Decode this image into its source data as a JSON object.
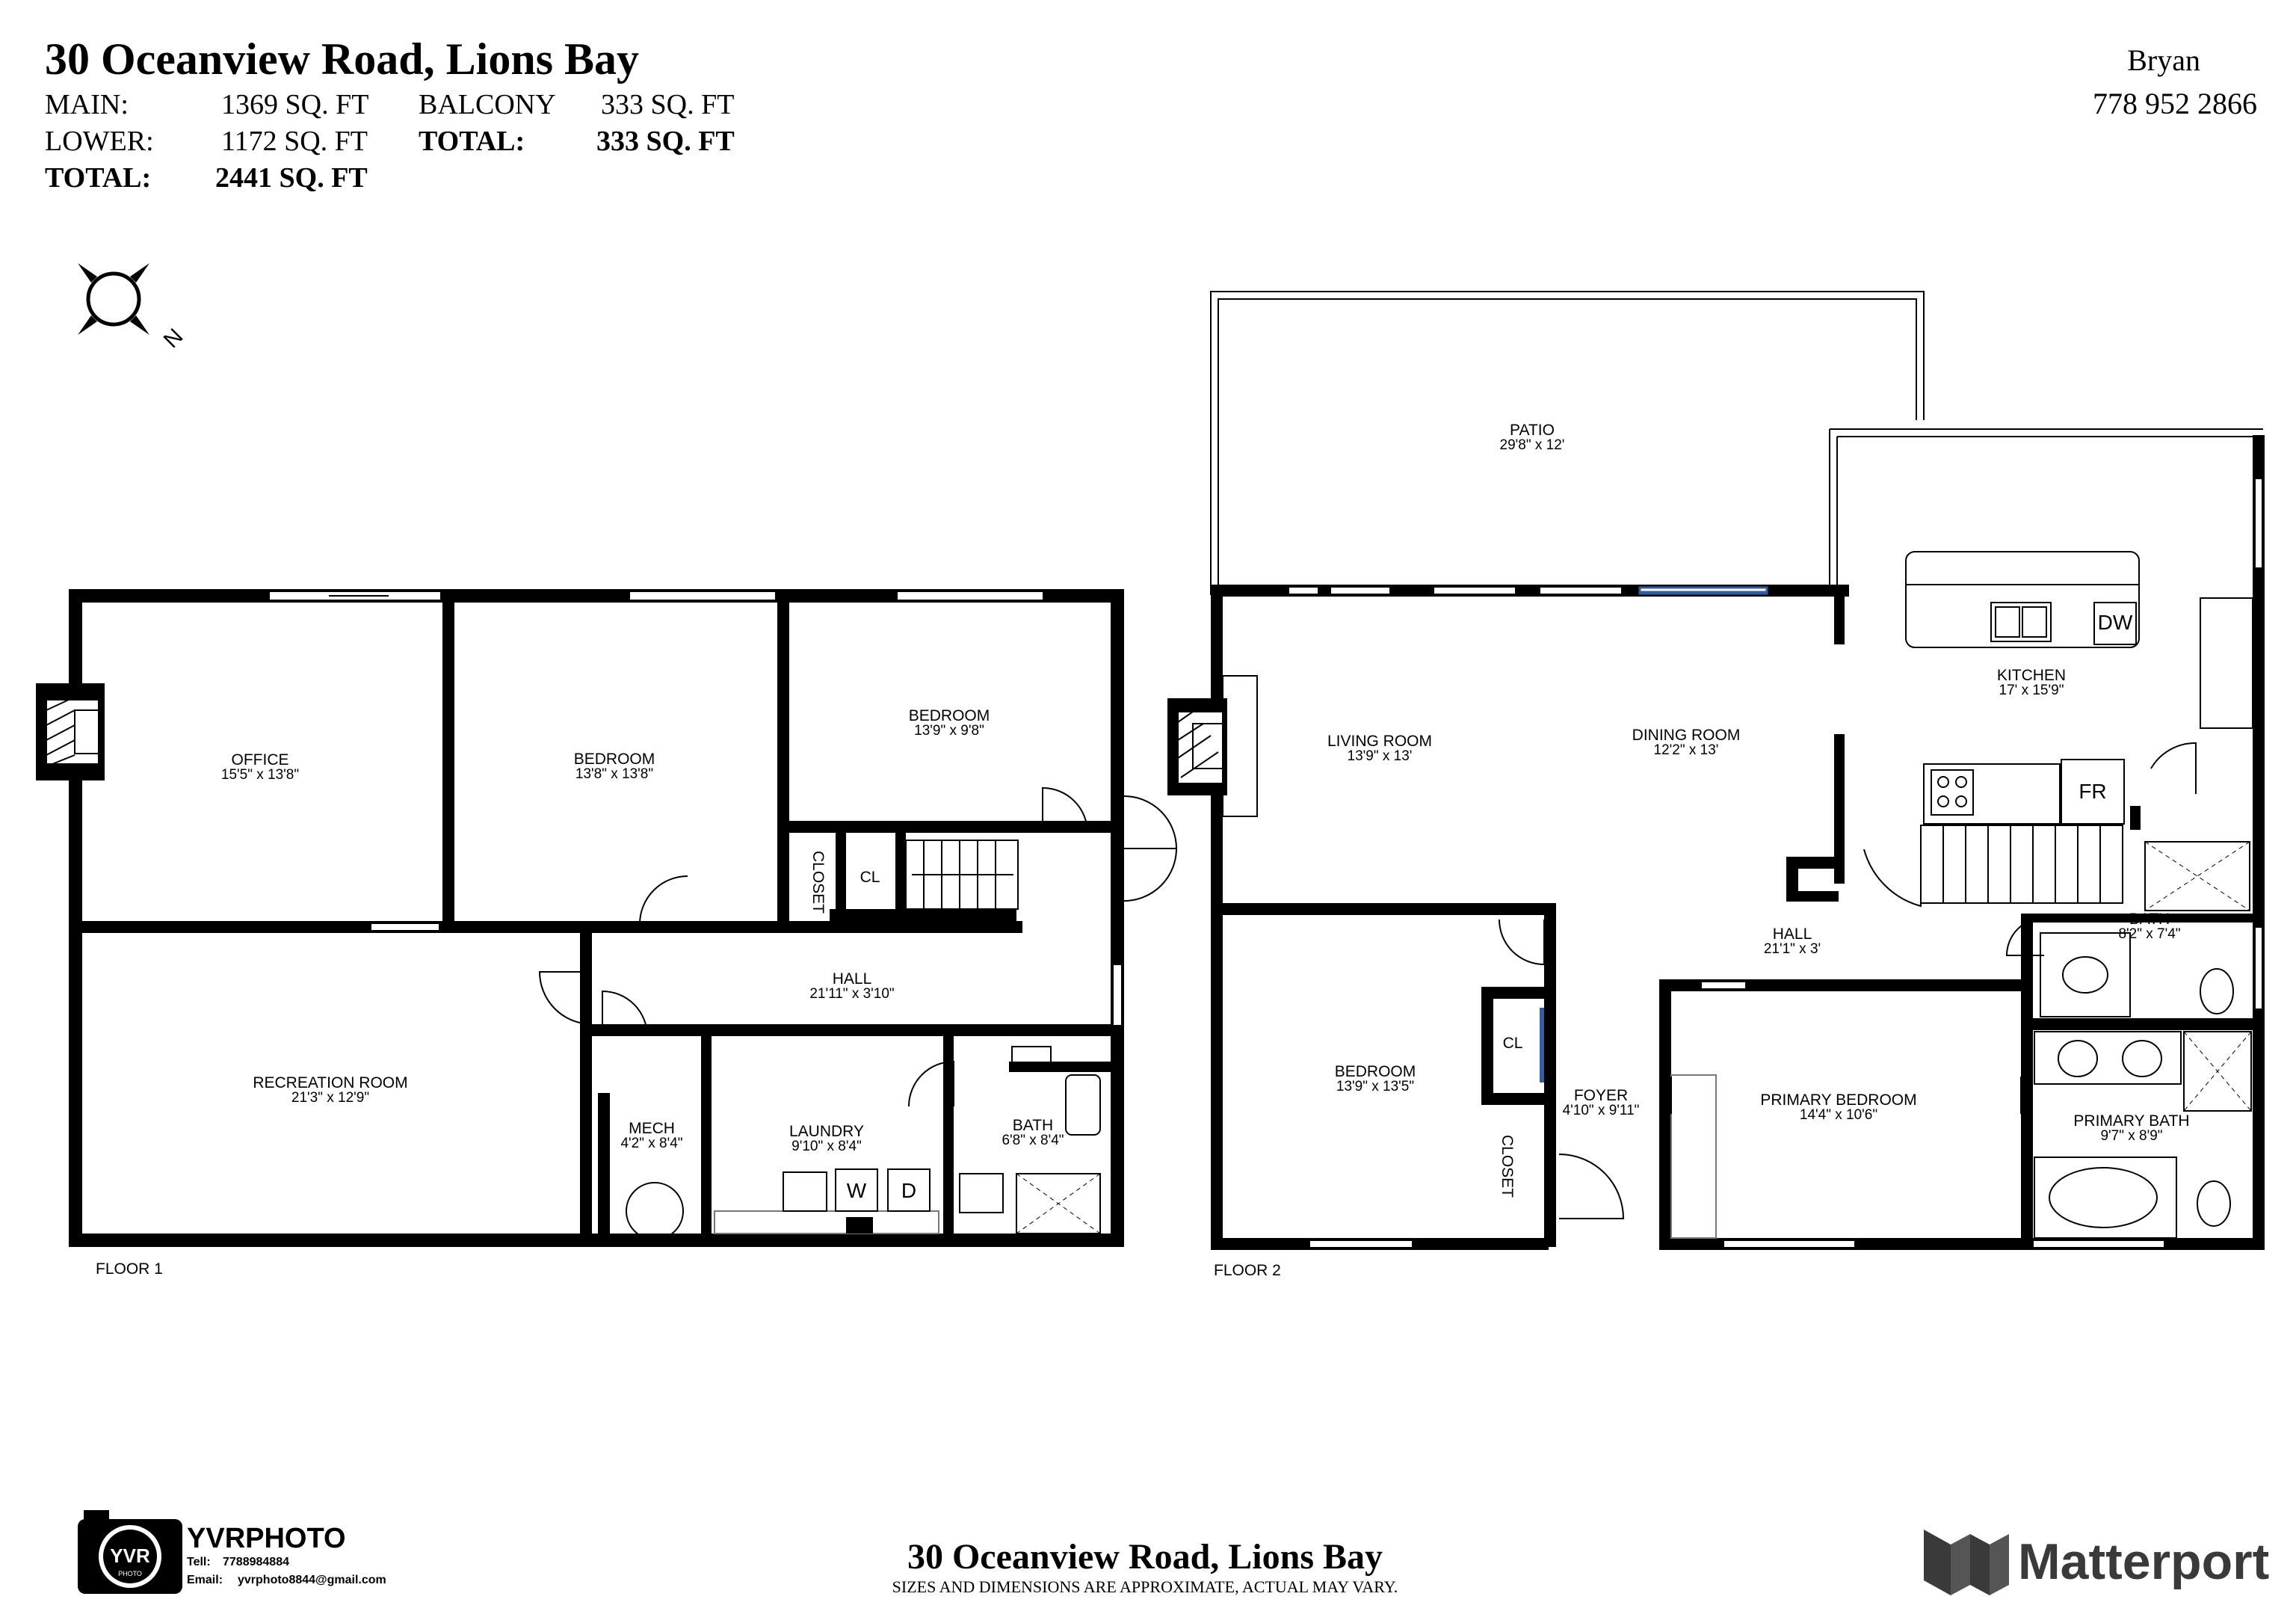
{
  "header": {
    "title": "30 Oceanview Road, Lions Bay",
    "stats": [
      {
        "label": "MAIN:",
        "value": "1369 SQ. FT"
      },
      {
        "label": "LOWER:",
        "value": "1172 SQ. FT"
      },
      {
        "label": "TOTAL:",
        "value": "2441 SQ. FT"
      }
    ],
    "stats2": [
      {
        "label": "BALCONY",
        "value": "333 SQ. FT"
      },
      {
        "label": "TOTAL:",
        "value": "333 SQ. FT"
      }
    ],
    "agent_name": "Bryan",
    "agent_phone": "778 952 2866"
  },
  "compass": {
    "north": "N"
  },
  "floor1": {
    "label": "FLOOR 1",
    "rooms": {
      "office": {
        "name": "OFFICE",
        "dim": "15'5\" x 13'8\""
      },
      "bedroom_a": {
        "name": "BEDROOM",
        "dim": "13'8\" x 13'8\""
      },
      "bedroom_b": {
        "name": "BEDROOM",
        "dim": "13'9\" x 9'8\""
      },
      "closet": {
        "name": "CLOSET"
      },
      "cl": {
        "name": "CL"
      },
      "hall": {
        "name": "HALL",
        "dim": "21'11\" x 3'10\""
      },
      "recreation": {
        "name": "RECREATION ROOM",
        "dim": "21'3\" x 12'9\""
      },
      "mech": {
        "name": "MECH",
        "dim": "4'2\" x 8'4\""
      },
      "laundry": {
        "name": "LAUNDRY",
        "dim": "9'10\" x 8'4\""
      },
      "bath": {
        "name": "BATH",
        "dim": "6'8\" x 8'4\""
      }
    },
    "fixtures": {
      "washer": "W",
      "dryer": "D"
    }
  },
  "floor2": {
    "label": "FLOOR 2",
    "rooms": {
      "patio": {
        "name": "PATIO",
        "dim": "29'8\" x 12'"
      },
      "living": {
        "name": "LIVING ROOM",
        "dim": "13'9\" x 13'"
      },
      "dining": {
        "name": "DINING ROOM",
        "dim": "12'2\" x 13'"
      },
      "kitchen": {
        "name": "KITCHEN",
        "dim": "17' x 15'9\""
      },
      "bedroom": {
        "name": "BEDROOM",
        "dim": "13'9\" x 13'5\""
      },
      "cl": {
        "name": "CL"
      },
      "closet": {
        "name": "CLOSET"
      },
      "foyer": {
        "name": "FOYER",
        "dim": "4'10\" x 9'11\""
      },
      "hall": {
        "name": "HALL",
        "dim": "21'1\" x 3'"
      },
      "primary_bedroom": {
        "name": "PRIMARY BEDROOM",
        "dim": "14'4\" x 10'6\""
      },
      "bath": {
        "name": "BATH",
        "dim": "8'2\" x 7'4\""
      },
      "primary_bath": {
        "name": "PRIMARY BATH",
        "dim": "9'7\" x 8'9\""
      }
    },
    "fixtures": {
      "dishwasher": "DW",
      "fridge": "FR"
    }
  },
  "footer": {
    "title": "30 Oceanview Road, Lions Bay",
    "disclaimer": "SIZES AND DIMENSIONS ARE APPROXIMATE, ACTUAL MAY VARY.",
    "brand": {
      "logo_text": "YVR",
      "logo_sub": "PHOTO",
      "name": "YVRPHOTO",
      "tel_label": "Tell:",
      "tel": "7788984884",
      "email_label": "Email:",
      "email": "yvrphoto8844@gmail.com"
    },
    "matterport": "Matterport"
  },
  "colors": {
    "wall": "#000000",
    "sliding_door": "#2f5f9e",
    "matterport_logo": "#3a3a3a"
  }
}
